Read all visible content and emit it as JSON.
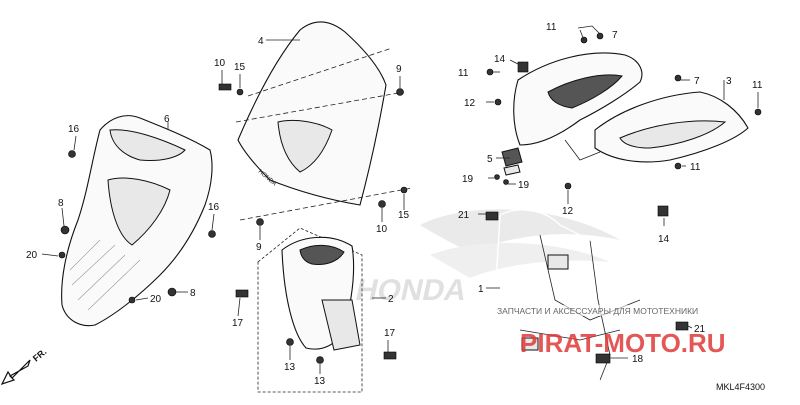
{
  "diagram": {
    "code": "MKL4F4300",
    "front_label": "FR.",
    "windshield_print": "HONDA",
    "watermark_line": "ЗАПЧАСТИ И АКСЕССУАРЫ ДЛЯ МОТОТЕХНИКИ",
    "watermark_brand": "PIRAT-MOTO.RU",
    "bg_brand": "HONDA",
    "callouts": [
      {
        "id": "c1",
        "label": "1"
      },
      {
        "id": "c2",
        "label": "2"
      },
      {
        "id": "c3",
        "label": "3"
      },
      {
        "id": "c4",
        "label": "4"
      },
      {
        "id": "c5",
        "label": "5"
      },
      {
        "id": "c6",
        "label": "6"
      },
      {
        "id": "c7a",
        "label": "7"
      },
      {
        "id": "c7b",
        "label": "7"
      },
      {
        "id": "c8a",
        "label": "8"
      },
      {
        "id": "c8b",
        "label": "8"
      },
      {
        "id": "c9a",
        "label": "9"
      },
      {
        "id": "c9b",
        "label": "9"
      },
      {
        "id": "c10a",
        "label": "10"
      },
      {
        "id": "c10b",
        "label": "10"
      },
      {
        "id": "c11a",
        "label": "11"
      },
      {
        "id": "c11b",
        "label": "11"
      },
      {
        "id": "c11c",
        "label": "11"
      },
      {
        "id": "c11d",
        "label": "11"
      },
      {
        "id": "c12a",
        "label": "12"
      },
      {
        "id": "c12b",
        "label": "12"
      },
      {
        "id": "c13a",
        "label": "13"
      },
      {
        "id": "c13b",
        "label": "13"
      },
      {
        "id": "c14a",
        "label": "14"
      },
      {
        "id": "c14b",
        "label": "14"
      },
      {
        "id": "c15a",
        "label": "15"
      },
      {
        "id": "c15b",
        "label": "15"
      },
      {
        "id": "c16a",
        "label": "16"
      },
      {
        "id": "c16b",
        "label": "16"
      },
      {
        "id": "c17a",
        "label": "17"
      },
      {
        "id": "c17b",
        "label": "17"
      },
      {
        "id": "c18",
        "label": "18"
      },
      {
        "id": "c19a",
        "label": "19"
      },
      {
        "id": "c19b",
        "label": "19"
      },
      {
        "id": "c20a",
        "label": "20"
      },
      {
        "id": "c20b",
        "label": "20"
      },
      {
        "id": "c21a",
        "label": "21"
      },
      {
        "id": "c21b",
        "label": "21"
      }
    ]
  }
}
